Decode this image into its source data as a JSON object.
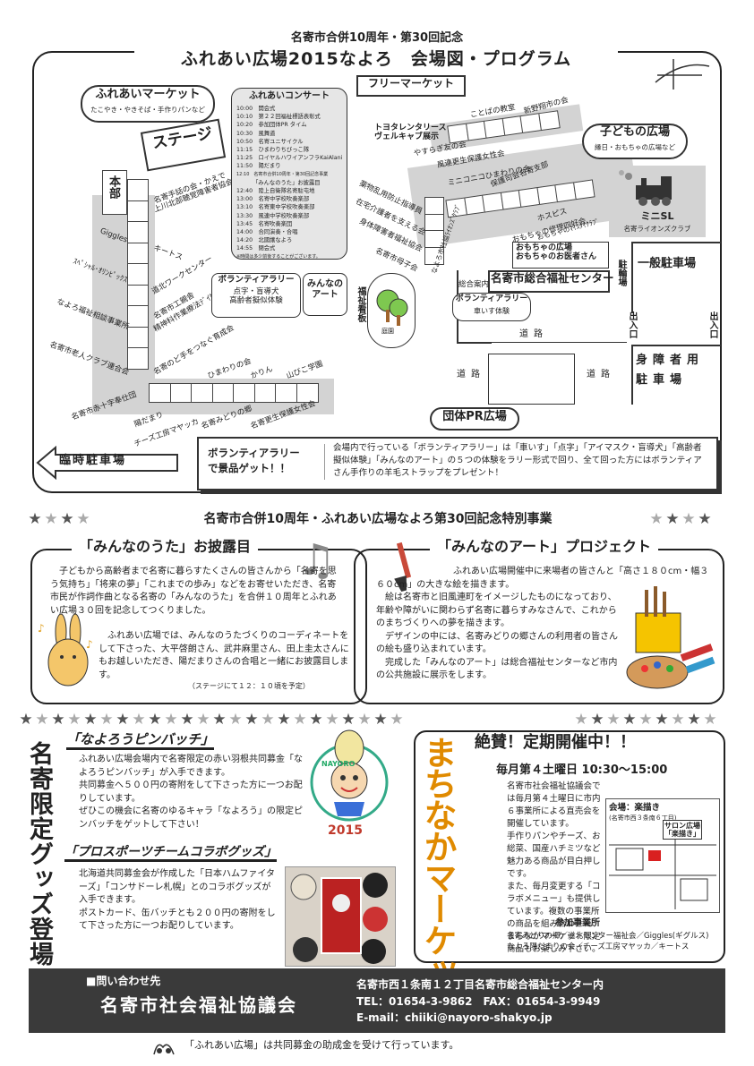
{
  "header": {
    "kicker": "名寄市合併10周年・第30回記念",
    "title": "ふれあい広場2015なよろ　会場図・プログラム"
  },
  "map": {
    "market": {
      "title": "ふれあいマーケット",
      "sub": "たこやき・やきそば・手作りパンなど"
    },
    "stage": "ステージ",
    "flea": "フリーマーケット",
    "kids": {
      "title": "子どもの広場",
      "sub": "縁日・おもちゃの広場など"
    },
    "minisl": {
      "title": "ミニSL",
      "sub": "名寄ライオンズクラブ"
    },
    "honbu": "本部",
    "concert": {
      "title": "ふれあいコンサート",
      "items": [
        "10:00　開会式",
        "10:10　第２２回福祉標語表彰式",
        "10:20　参加団体PR タイム",
        "10:30　風舞道",
        "10:50　名寄ユニサイクル",
        "11:15　ひまわりちびっこ隊",
        "11:25　ロイヤルハワイアンフラKaiAlani",
        "11:50　陽だまり",
        "12:10　名寄市合併10周年・第30回記念事業",
        "「みんなのうた」お披露目",
        "12:40　陸上自衛隊名寄駐屯地",
        "13:00　名寄中学校吹奏楽部",
        "13:10　名寄東中学校吹奏楽部",
        "13:30　風連中学校吹奏楽部",
        "13:45　名寄吹奏楽団",
        "14:00　合同演奏・合唱",
        "14:20　北國譲なよろ",
        "14:55　閉会式"
      ],
      "note": "※時間は多少前後することがございます。"
    },
    "rally_inside": {
      "title": "ボランティアラリー",
      "sub": "点字・盲導犬\n高齢者擬似体験"
    },
    "minna_art": "みんなの\nアート",
    "fukushi_road": "福祉看板",
    "garden": "庭園",
    "center": "名寄市総合福祉センター",
    "info": "総合案内",
    "rally_center": {
      "title": "ボランティアラリー",
      "sub": "車いす体験"
    },
    "toy_hospital": "おもちゃの広場\nおもちゃのお医者さん",
    "bicycle": "駐輪場",
    "parking_general": "一般駐車場",
    "exit1": "出入口",
    "exit2": "出入口",
    "disabled_parking": "身障者用\n駐車場",
    "road": "道路",
    "pr": "団体PR広場",
    "temp_parking": "臨時駐車場",
    "toyota": "トヨタレンタリース\nヴェルキャブ展示",
    "left_labels": [
      "名寄手話の会・かえで",
      "上川北部聴覚障害者協会",
      "Giggles",
      "キートス",
      "ｽﾍﾟｼｬﾙ･ｵﾘﾝﾋﾟｯｸｽ",
      "道北ワークセンター",
      "なよろ福祉相談事業所",
      "名寄市工親舎",
      "精神科作業療法ﾃﾞｲｹｱ",
      "名寄市老人クラブ連合会",
      "名寄のど手をつなぐ育成会",
      "名寄市赤十字奉仕団"
    ],
    "bottom_labels": [
      "陽だまり",
      "チーズ工房マヤッカ",
      "名寄みどりの郷",
      "名寄更生保護女性会",
      "ひまわりの会",
      "かりん",
      "山びこ学園"
    ],
    "mid_labels": [
      "ことばの教室",
      "新野翔市の会",
      "やすらぎ友の会",
      "風連更生保護女性会",
      "薬物乱用防止指導員",
      "ミニコニコひまわりの会",
      "保護司会名寄支部",
      "在宅介護者を支える会",
      "身体障害者福祉協会",
      "名寄市母子会",
      "なよろ市社協ﾗｲｵﾝｽﾞｸﾗﾌﾞ",
      "ホスピス",
      "おもちゃの修理四好会",
      "おもちゃのﾏｲｽﾀｲｸﾗﾌﾞ"
    ],
    "rally_note": {
      "title": "ボランティアラリー\nで景品ゲット！！",
      "text": "会場内で行っている「ボランティアラリー」は「車いす」「点字」「アイマスク・盲導犬」「高齢者擬似体験」「みんなのアート」の５つの体験をラリー形式で回り、全て回った方にはボランティアさん手作りの羊毛ストラップをプレゼント！"
    }
  },
  "special": {
    "heading": "名寄市合併10周年・ふれあい広場なよろ第30回記念特別事業"
  },
  "song": {
    "title": "「みんなのうた」お披露目",
    "p1": "子どもから高齢者まで名寄に暮らすたくさんの皆さんから「名寄を思う気持ち」「将来の夢」「これまでの歩み」などをお寄せいただき、名寄市民が作詞作曲となる名寄の「みんなのうた」を合併１０周年とふれあい広場３０回を記念してつくりました。",
    "p2": "ふれあい広場では、みんなのうたづくりのコーディネートをして下さった、大平啓朗さん、武井麻里さん、田上圭太さんにもお越しいただき、陽だまりさんの合唱と一緒にお披露目します。",
    "note": "（ステージにて１２：１０頃を予定）"
  },
  "art": {
    "title": "「みんなのアート」プロジェクト",
    "p1": "ふれあい広場開催中に来場者の皆さんと「高さ１８０cm・幅３６０cm」の大きな絵を描きます。",
    "p2": "絵は名寄市と旧風連町をイメージしたものになっており、年齢や障がいに関わらず名寄に暮らすみなさんで、これからのまちづくりへの夢を描きます。",
    "p3": "デザインの中には、名寄みどりの郷さんの利用者の皆さんの絵も盛り込まれています。",
    "p4": "完成した「みんなのアート」は総合福祉センターなど市内の公共施設に展示をします。"
  },
  "goods": {
    "side": "名寄限定グッズ登場",
    "pin_title": "「なよろうピンバッチ」",
    "pin_text": "ふれあい広場会場内で名寄限定の赤い羽根共同募金「なよろうピンバッチ」が入手できます。\n共同募金へ５００円の寄附をして下さった方に一つお配りしています。\nぜひこの機会に名寄のゆるキャラ「なよろう」の限定ピンバッチをゲットして下さい！",
    "pin_year": "2015",
    "pro_title": "「プロスポーツチームコラボグッズ」",
    "pro_text": "北海道共同募金会が作成した「日本ハムファイターズ」「コンサドーレ札幌」とのコラボグッズが入手できます。\nポストカード、缶バッチとも２００円の寄附をして下さった方に一つお配りしています。"
  },
  "machinaka": {
    "side": "まちなかマーケット",
    "title": "絶賛！定期開催中！！",
    "schedule": "毎月第４土曜日 10:30～15:00",
    "text": "名寄市社会福祉協議会では毎月第４土曜日に市内６事業所による直売会を開催しています。\n手作りパンやチーズ、お総菜、国産ハチミツなど魅力ある商品が目白押しです。\nまた、毎月変更する「コラボメニュー」も提供しています。複数の事業所の商品を組み合わせた、まちなかマーケット限定商品もお楽しみ下さい。",
    "venue": "会場：楽描き",
    "venue_addr": "(名寄市西３条南６丁目)",
    "salon": "サロン広場\n「楽描き」",
    "participants_title": "参加事業所",
    "participants": "名寄みどりの郷／道北センター福祉会／Giggles(ギグルス)\nなよろ陽だまりの会／チーズ工房マヤッカ／キートス"
  },
  "footer": {
    "contact_label": "■問い合わせ先",
    "org": "名寄市社会福祉協議会",
    "address": "名寄市西１条南１２丁目名寄市総合福祉センター内",
    "tel": "TEL：01654-3-9862　FAX：01654-3-9949",
    "email": "E-mail：chiiki@nayoro-shakyo.jp",
    "note": "「ふれあい広場」は共同募金の助成金を受けて行っています。"
  }
}
